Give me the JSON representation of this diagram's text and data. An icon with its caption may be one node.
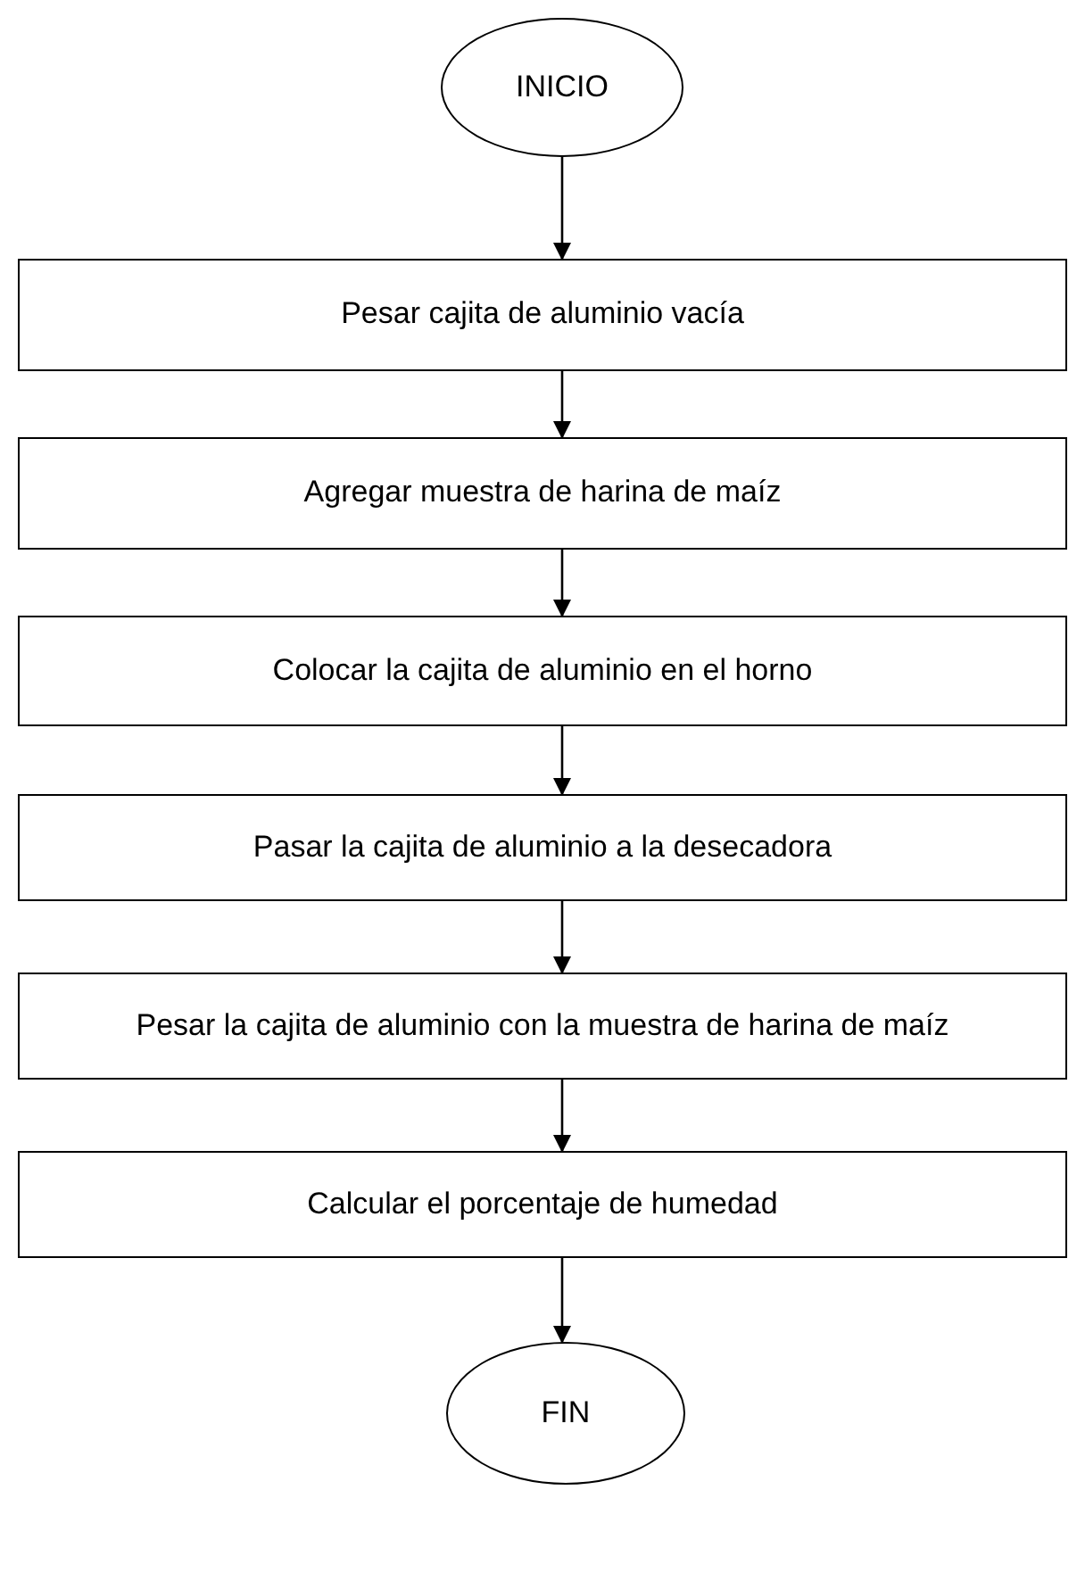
{
  "diagram": {
    "nodes": [
      {
        "text": [
          "INICIO"
        ]
      },
      {
        "text": [
          "Pesar cajita de aluminio vacía"
        ]
      },
      {
        "text": [
          "Agregar muestra de harina de maíz"
        ]
      },
      {
        "text": [
          "Colocar la cajita de aluminio en el horno"
        ]
      },
      {
        "text": [
          "Pasar la cajita de aluminio a la desecadora"
        ]
      },
      {
        "text": [
          "Pesar la cajita de aluminio con la muestra de harina de maíz"
        ]
      },
      {
        "text": [
          "Calcular el porcentaje de humedad"
        ]
      },
      {
        "text": [
          "FIN"
        ]
      }
    ],
    "edges": [
      {
        "from": 0,
        "to": 1,
        "arrow": "to"
      },
      {
        "from": 1,
        "to": 2,
        "arrow": "to"
      },
      {
        "from": 2,
        "to": 3,
        "arrow": "to"
      },
      {
        "from": 3,
        "to": 4,
        "arrow": "to"
      },
      {
        "from": 4,
        "to": 5,
        "arrow": "to"
      },
      {
        "from": 5,
        "to": 6,
        "arrow": "to"
      },
      {
        "from": 6,
        "to": 7,
        "arrow": "to"
      }
    ]
  }
}
